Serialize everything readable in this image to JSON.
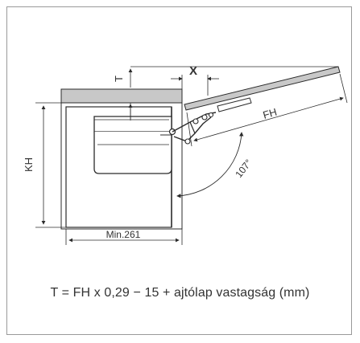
{
  "diagram": {
    "labels": {
      "t": "T",
      "x": "X",
      "kh": "KH",
      "fh": "FH",
      "angle": "107°",
      "min_width": "Min.261"
    }
  },
  "formula": {
    "text": "T = FH x 0,29  − 15 + ajtólap vastagság (mm)"
  },
  "colors": {
    "panel_fill": "#c8c8c8",
    "line": "#2b2b2b",
    "frame": "#9a9a9a"
  }
}
